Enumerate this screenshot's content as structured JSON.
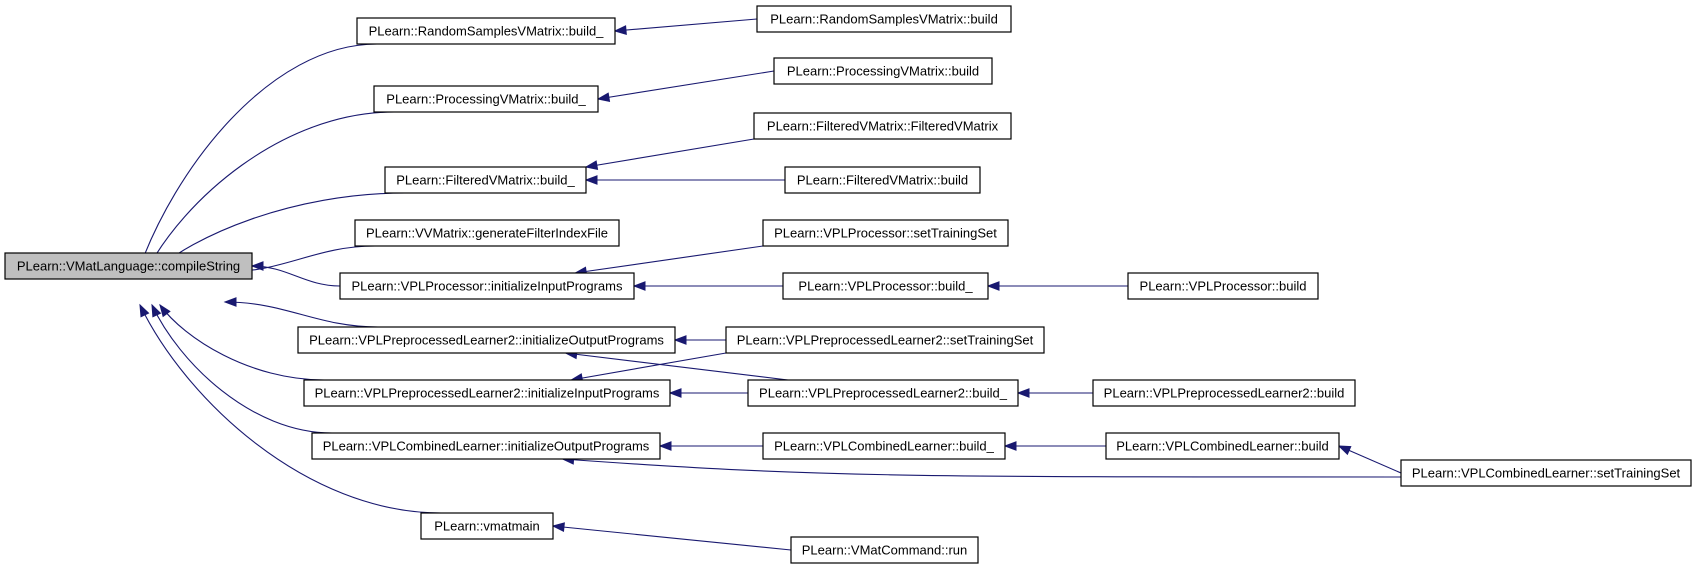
{
  "diagram": {
    "nodes": [
      {
        "id": "root",
        "label": "PLearn::VMatLanguage::compileString",
        "root": true
      },
      {
        "id": "rsvm_build_",
        "label": "PLearn::RandomSamplesVMatrix::build_"
      },
      {
        "id": "rsvm_build",
        "label": "PLearn::RandomSamplesVMatrix::build"
      },
      {
        "id": "pvm_build_",
        "label": "PLearn::ProcessingVMatrix::build_"
      },
      {
        "id": "pvm_build",
        "label": "PLearn::ProcessingVMatrix::build"
      },
      {
        "id": "fvm_ctor",
        "label": "PLearn::FilteredVMatrix::FilteredVMatrix"
      },
      {
        "id": "fvm_build_",
        "label": "PLearn::FilteredVMatrix::build_"
      },
      {
        "id": "fvm_build",
        "label": "PLearn::FilteredVMatrix::build"
      },
      {
        "id": "vvm_gen",
        "label": "PLearn::VVMatrix::generateFilterIndexFile"
      },
      {
        "id": "vplp_settrain",
        "label": "PLearn::VPLProcessor::setTrainingSet"
      },
      {
        "id": "vplp_init",
        "label": "PLearn::VPLProcessor::initializeInputPrograms"
      },
      {
        "id": "vplp_build_",
        "label": "PLearn::VPLProcessor::build_"
      },
      {
        "id": "vplp_build",
        "label": "PLearn::VPLProcessor::build"
      },
      {
        "id": "vpl2_initout",
        "label": "PLearn::VPLPreprocessedLearner2::initializeOutputPrograms"
      },
      {
        "id": "vpl2_settrain",
        "label": "PLearn::VPLPreprocessedLearner2::setTrainingSet"
      },
      {
        "id": "vpl2_initin",
        "label": "PLearn::VPLPreprocessedLearner2::initializeInputPrograms"
      },
      {
        "id": "vpl2_build_",
        "label": "PLearn::VPLPreprocessedLearner2::build_"
      },
      {
        "id": "vpl2_build",
        "label": "PLearn::VPLPreprocessedLearner2::build"
      },
      {
        "id": "vplc_initout",
        "label": "PLearn::VPLCombinedLearner::initializeOutputPrograms"
      },
      {
        "id": "vplc_build_",
        "label": "PLearn::VPLCombinedLearner::build_"
      },
      {
        "id": "vplc_build",
        "label": "PLearn::VPLCombinedLearner::build"
      },
      {
        "id": "vplc_settrain",
        "label": "PLearn::VPLCombinedLearner::setTrainingSet"
      },
      {
        "id": "vmatmain",
        "label": "PLearn::vmatmain"
      },
      {
        "id": "vmatcmd_run",
        "label": "PLearn::VMatCommand::run"
      }
    ],
    "edges": [
      {
        "from": "rsvm_build_",
        "to": "root"
      },
      {
        "from": "pvm_build_",
        "to": "root"
      },
      {
        "from": "fvm_build_",
        "to": "root"
      },
      {
        "from": "vvm_gen",
        "to": "root"
      },
      {
        "from": "vplp_init",
        "to": "root"
      },
      {
        "from": "vpl2_initout",
        "to": "root"
      },
      {
        "from": "vpl2_initin",
        "to": "root"
      },
      {
        "from": "vplc_initout",
        "to": "root"
      },
      {
        "from": "vmatmain",
        "to": "root"
      },
      {
        "from": "rsvm_build",
        "to": "rsvm_build_"
      },
      {
        "from": "pvm_build",
        "to": "pvm_build_"
      },
      {
        "from": "fvm_ctor",
        "to": "fvm_build_"
      },
      {
        "from": "fvm_build",
        "to": "fvm_build_"
      },
      {
        "from": "vplp_settrain",
        "to": "vplp_init"
      },
      {
        "from": "vplp_build_",
        "to": "vplp_init"
      },
      {
        "from": "vplp_build",
        "to": "vplp_build_"
      },
      {
        "from": "vpl2_settrain",
        "to": "vpl2_initout"
      },
      {
        "from": "vpl2_build_",
        "to": "vpl2_initout"
      },
      {
        "from": "vpl2_settrain",
        "to": "vpl2_initin"
      },
      {
        "from": "vpl2_build_",
        "to": "vpl2_initin"
      },
      {
        "from": "vpl2_build",
        "to": "vpl2_build_"
      },
      {
        "from": "vplc_build_",
        "to": "vplc_initout"
      },
      {
        "from": "vplc_settrain",
        "to": "vplc_initout"
      },
      {
        "from": "vplc_build",
        "to": "vplc_build_"
      },
      {
        "from": "vplc_settrain",
        "to": "vplc_build"
      },
      {
        "from": "vmatcmd_run",
        "to": "vmatmain"
      }
    ],
    "colors": {
      "edge": "#191970",
      "root_fill": "#bfbfbf",
      "node_fill": "#ffffff",
      "border": "#000000"
    }
  }
}
